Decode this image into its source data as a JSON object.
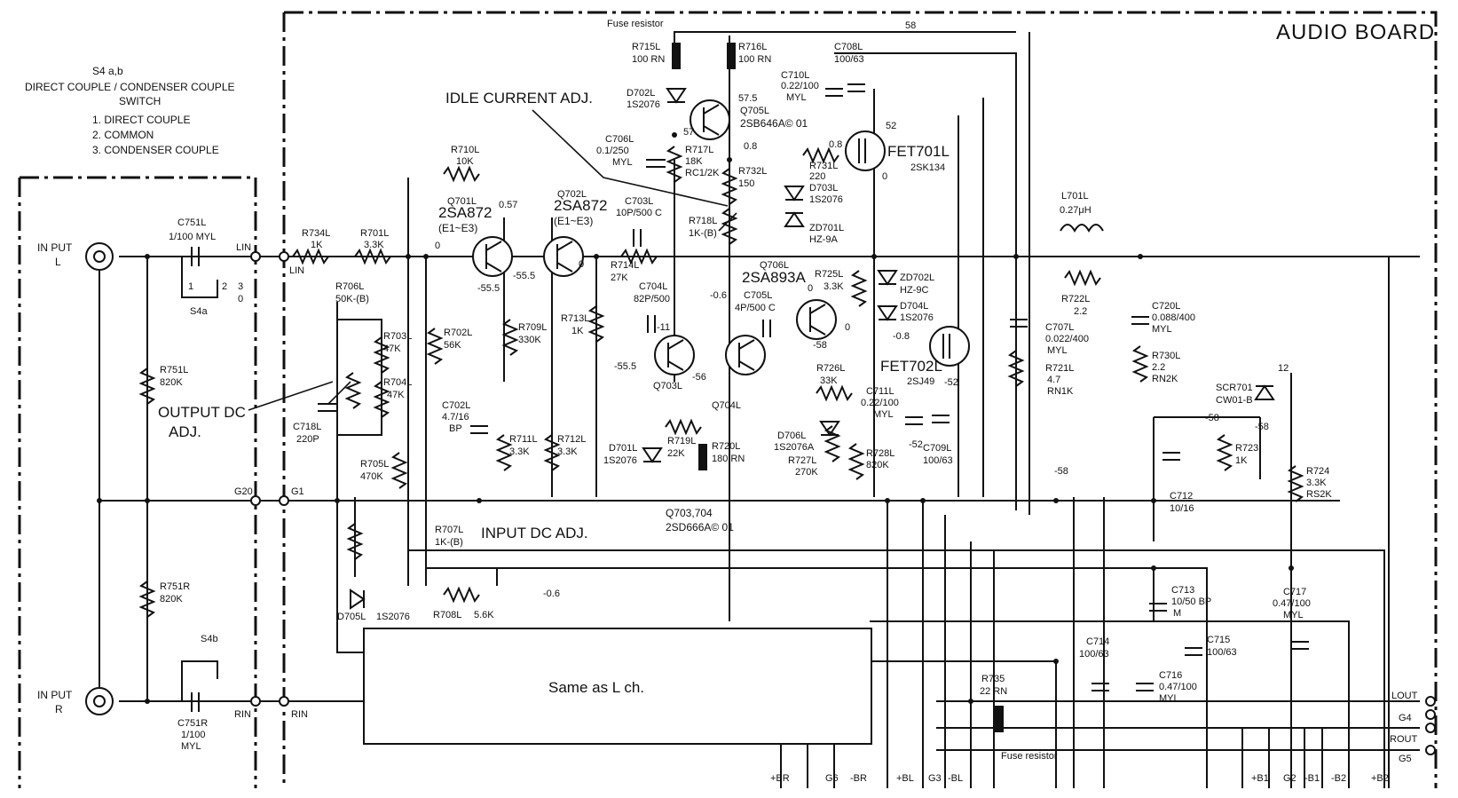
{
  "board": {
    "title": "AUDIO BOARD",
    "same_as": "Same as L ch."
  },
  "switch": {
    "title": "S4 a,b",
    "subtitle": "DIRECT COUPLE / CONDENSER COUPLE",
    "subtitle2": "SWITCH",
    "positions": [
      "1. DIRECT COUPLE",
      "2. COMMON",
      "3. CONDENSER COUPLE"
    ],
    "s4a": "S4a",
    "s4b": "S4b",
    "pin1": "1",
    "pin2": "2",
    "pin3": "3",
    "pin0": "0"
  },
  "inputs": {
    "left": "IN PUT",
    "left_ch": "L",
    "right": "IN PUT",
    "right_ch": "R",
    "lin": "LIN",
    "rin": "RIN",
    "lin2": "LIN",
    "rin2": "RIN",
    "g20": "G20",
    "g1": "G1"
  },
  "annotations": {
    "idle": "IDLE CURRENT ADJ.",
    "output_dc": "OUTPUT DC",
    "output_dc2": "ADJ.",
    "input_dc": "INPUT DC ADJ.",
    "fuse1": "Fuse resistor",
    "fuse2": "Fuse resistor",
    "q703_704": "Q703,704",
    "q703_704_part": "2SD666A© 01"
  },
  "voltages": {
    "v58top": "58",
    "v575": "57.5",
    "v57": "57",
    "v08a": "0.8",
    "v08b": "0.8",
    "v0a": "0",
    "v0b": "0",
    "v0c": "0",
    "v0d": "0",
    "v0e": "0",
    "v057": "0.57",
    "vm555a": "-55.5",
    "vm555b": "-55.5",
    "vm555c": "-55.5",
    "vm56": "-56",
    "vm06a": "-0.6",
    "vm06b": "-0.8",
    "vm06c": "-0.6",
    "vm58a": "-58",
    "vm58b": "-58",
    "vm58c": "-58",
    "vm58d": "-58",
    "vm52a": "-52",
    "vm52b": "-52",
    "v52": "52",
    "v12": "12",
    "vm11": "-11"
  },
  "parts": {
    "r715": [
      "R715L",
      "100 RN"
    ],
    "r716": [
      "R716L",
      "100 RN"
    ],
    "d702": [
      "D702L",
      "1S2076"
    ],
    "q705": [
      "Q705L",
      "2SB646A© 01"
    ],
    "c708": [
      "C708L",
      "100/63"
    ],
    "c710": [
      "C710L",
      "0.22/100",
      "MYL"
    ],
    "c706": [
      "C706L",
      "0.1/250",
      "MYL"
    ],
    "r717": [
      "R717L",
      "18K",
      "RC1/2K"
    ],
    "r732": [
      "R732L",
      "150"
    ],
    "r731": [
      "R731L",
      "220"
    ],
    "fet701": [
      "FET701L",
      "2SK134"
    ],
    "d703": [
      "D703L",
      "1S2076"
    ],
    "zd701": [
      "ZD701L",
      "HZ-9A"
    ],
    "r710": [
      "R710L",
      "10K"
    ],
    "q701": [
      "Q701L",
      "2SA872",
      "(E1~E3)"
    ],
    "q702": [
      "Q702L",
      "2SA872",
      "(E1~E3)"
    ],
    "c703": [
      "C703L",
      "10P/500 C"
    ],
    "r718": [
      "R718L",
      "1K-(B)"
    ],
    "r714": [
      "R714L",
      "27K"
    ],
    "r734": [
      "R734L",
      "1K"
    ],
    "r701": [
      "R701L",
      "3.3K"
    ],
    "c751l": [
      "C751L",
      "1/100 MYL"
    ],
    "c751r": [
      "C751R",
      "1/100",
      "MYL"
    ],
    "r706": [
      "R706L",
      "50K-(B)"
    ],
    "r703": [
      "R703L",
      "47K"
    ],
    "r704": [
      "R704L",
      "47K"
    ],
    "r702": [
      "R702L",
      "56K"
    ],
    "r709": [
      "R709L",
      "330K"
    ],
    "r713": [
      "R713L",
      "1K"
    ],
    "c704": [
      "C704L",
      "82P/500"
    ],
    "c705": [
      "C705L",
      "4P/500 C"
    ],
    "q706": [
      "Q706L",
      "2SA893A"
    ],
    "r725": [
      "R725L",
      "3.3K"
    ],
    "zd702": [
      "ZD702L",
      "HZ-9C"
    ],
    "d704": [
      "D704L",
      "1S2076"
    ],
    "l701": [
      "L701L",
      "0.27μH"
    ],
    "r722": [
      "R722L",
      "2.2"
    ],
    "c720": [
      "C720L",
      "0.088/400",
      "MYL"
    ],
    "c707": [
      "C707L",
      "0.022/400",
      "MYL"
    ],
    "r730": [
      "R730L",
      "2.2",
      "RN2K"
    ],
    "r721": [
      "R721L",
      "4.7",
      "RN1K"
    ],
    "q703": [
      "Q703L"
    ],
    "q704": [
      "Q704L"
    ],
    "fet702": [
      "FET702L",
      "2SJ49"
    ],
    "r726": [
      "R726L",
      "33K"
    ],
    "c711": [
      "C711L",
      "0.22/100",
      "MYL"
    ],
    "c709": [
      "C709L",
      "100/63"
    ],
    "r751l": [
      "R751L",
      "820K"
    ],
    "r751r": [
      "R751R",
      "820K"
    ],
    "c718": [
      "C718L",
      "220P"
    ],
    "c702": [
      "C702L",
      "4.7/16",
      "BP"
    ],
    "r711": [
      "R711L",
      "3.3K"
    ],
    "r712": [
      "R712L",
      "3.3K"
    ],
    "d701": [
      "D701L",
      "1S2076"
    ],
    "r719": [
      "R719L",
      "22K"
    ],
    "r720": [
      "R720L",
      "180 RN"
    ],
    "d706": [
      "D706L",
      "1S2076A"
    ],
    "r727": [
      "R727L",
      "270K"
    ],
    "r728": [
      "R728L",
      "820K"
    ],
    "r705": [
      "R705L",
      "470K"
    ],
    "r707": [
      "R707L",
      "1K-(B)"
    ],
    "d705": [
      "D705L",
      "1S2076"
    ],
    "r708": [
      "R708L",
      "5.6K"
    ],
    "scr701": [
      "SCR701",
      "CW01-B"
    ],
    "r723": [
      "R723",
      "1K"
    ],
    "r724": [
      "R724",
      "3.3K",
      "RS2K"
    ],
    "c712": [
      "C712",
      "10/16"
    ],
    "c713": [
      "C713",
      "10/50 BP",
      "M"
    ],
    "c717": [
      "C717",
      "0.47/100",
      "MYL"
    ],
    "c714": [
      "C714",
      "100/63"
    ],
    "c715": [
      "C715",
      "100/63"
    ],
    "c716": [
      "C716",
      "0.47/100",
      "MYL"
    ],
    "r735": [
      "R735",
      "22 RN"
    ]
  },
  "terminals": {
    "lout": "LOUT",
    "g4": "G4",
    "rout": "ROUT",
    "g5": "G5",
    "bottom": [
      "+BR",
      "G6",
      "-BR",
      "+BL",
      "G3",
      "-BL",
      "+B1",
      "G2",
      "-B1",
      "-B2",
      "+B2"
    ]
  }
}
